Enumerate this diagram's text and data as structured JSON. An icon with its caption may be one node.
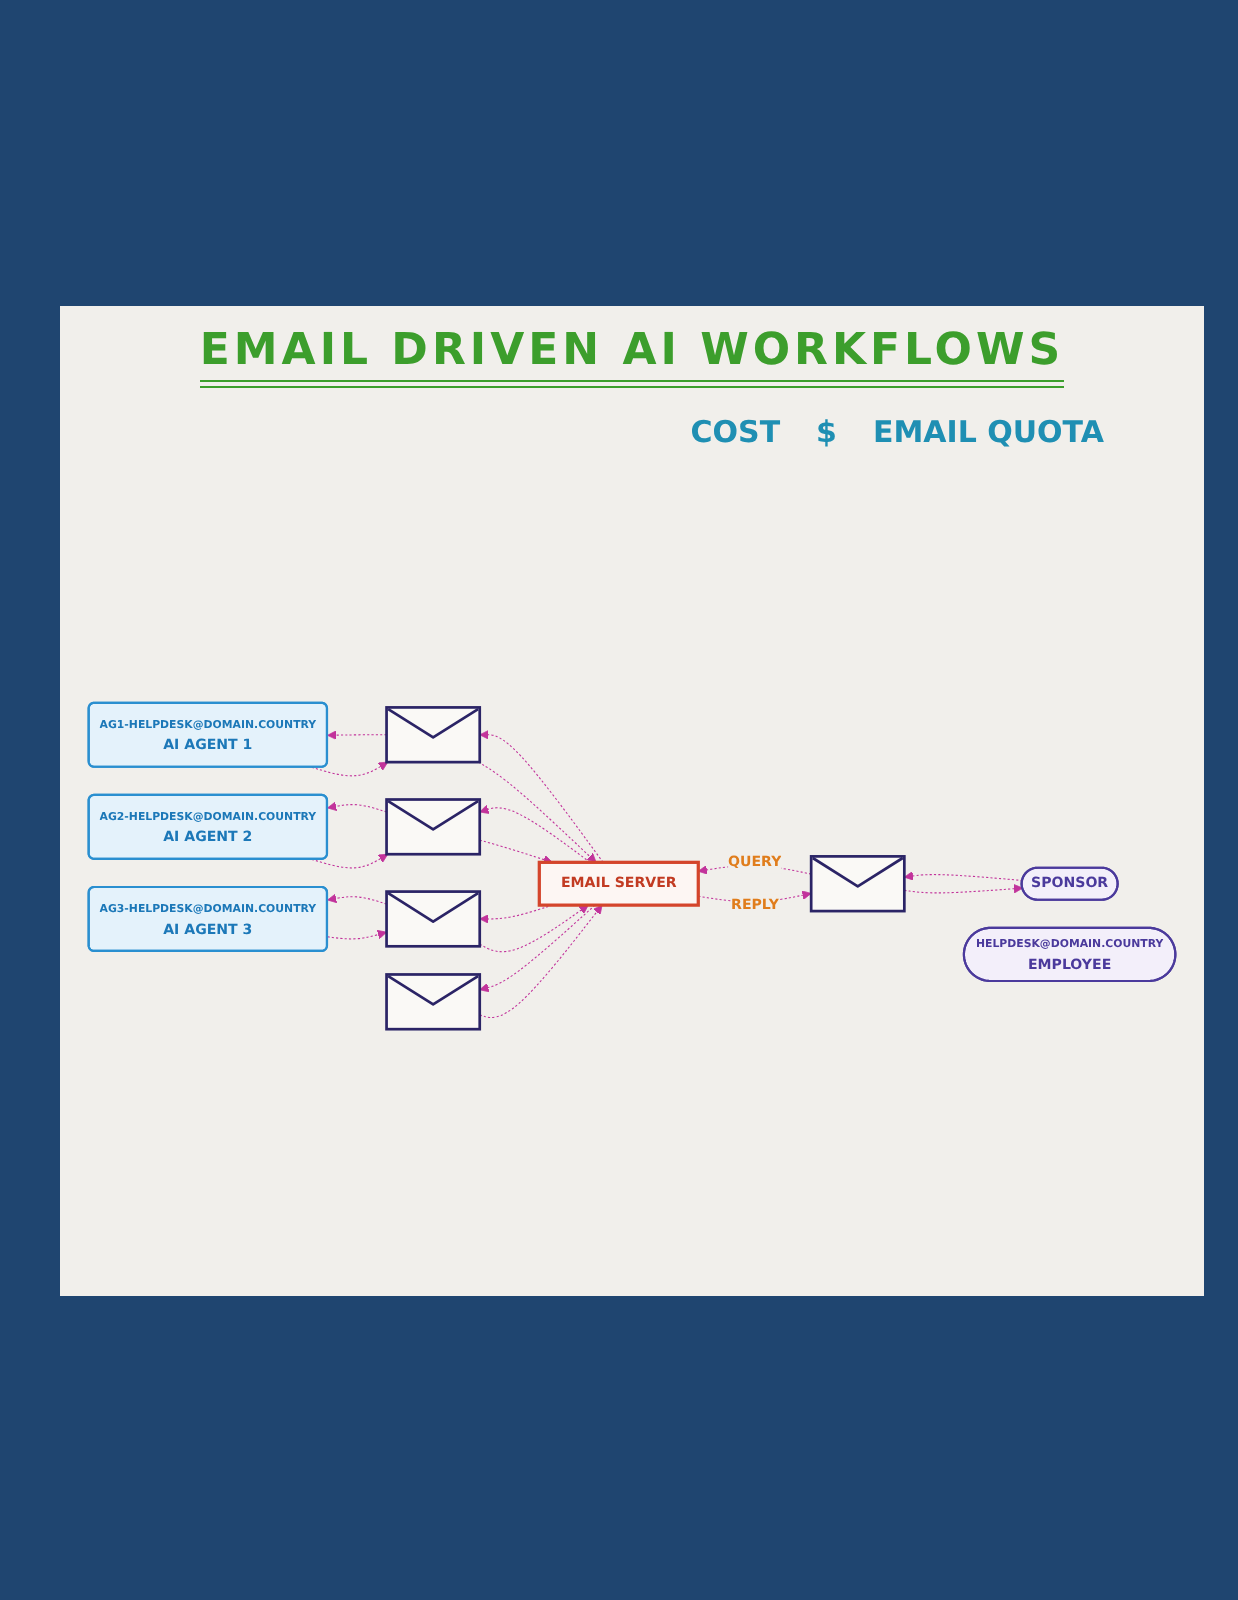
{
  "diagram": {
    "title": "EMAIL DRIVEN AI WORKFLOWS",
    "nodes": [
      {
        "text": [
          "AG1-HELPDESK@DOMAIN.COUNTRY",
          "AI AGENT 1"
        ]
      },
      {
        "text": [],
        "shape": "envelope"
      },
      {
        "text": [
          "AG2-HELPDESK@DOMAIN.COUNTRY",
          "AI AGENT 2"
        ]
      },
      {
        "text": [],
        "shape": "envelope"
      },
      {
        "text": [
          "AG3-HELPDESK@DOMAIN.COUNTRY",
          "AI AGENT 3"
        ]
      },
      {
        "text": [],
        "shape": "envelope"
      },
      {
        "text": [
          "EMAIL SERVER"
        ]
      },
      {
        "text": [],
        "shape": "envelope"
      },
      {
        "text": [
          "SPONSOR"
        ]
      },
      {
        "text": [],
        "shape": "envelope"
      },
      {
        "text": [
          "HELPDESK@DOMAIN.COUNTRY",
          "EMPLOYEE"
        ]
      }
    ],
    "edges": [
      {
        "from": 0,
        "to": 1,
        "arrow": "to",
        "style": "dashed"
      },
      {
        "from": 1,
        "to": 0,
        "arrow": "to",
        "style": "dashed"
      },
      {
        "from": 1,
        "to": 6,
        "arrow": "to",
        "style": "dashed"
      },
      {
        "from": 6,
        "to": 1,
        "arrow": "to",
        "style": "dashed"
      },
      {
        "from": 2,
        "to": 3,
        "arrow": "to",
        "style": "dashed"
      },
      {
        "from": 3,
        "to": 2,
        "arrow": "to",
        "style": "dashed"
      },
      {
        "from": 3,
        "to": 6,
        "arrow": "to",
        "style": "dashed"
      },
      {
        "from": 6,
        "to": 3,
        "arrow": "to",
        "style": "dashed"
      },
      {
        "from": 4,
        "to": 5,
        "arrow": "to",
        "style": "dashed"
      },
      {
        "from": 5,
        "to": 4,
        "arrow": "to",
        "style": "dashed"
      },
      {
        "from": 6,
        "to": 5,
        "arrow": "to",
        "style": "dashed"
      },
      {
        "from": 5,
        "to": 6,
        "arrow": "to",
        "style": "dashed"
      },
      {
        "from": 6,
        "to": 7,
        "arrow": "to",
        "style": "dashed",
        "label": "REPLY"
      },
      {
        "from": 7,
        "to": 8,
        "arrow": "to",
        "style": "dashed"
      },
      {
        "from": 8,
        "to": 7,
        "arrow": "to",
        "style": "dashed"
      },
      {
        "from": 7,
        "to": 6,
        "arrow": "to",
        "style": "dashed",
        "label": "QUERY"
      },
      {
        "from": 6,
        "to": 9,
        "arrow": "to",
        "style": "dashed"
      },
      {
        "from": 9,
        "to": 6,
        "arrow": "to",
        "style": "dashed"
      }
    ],
    "labels": [
      "COST",
      "$",
      "EMAIL QUOTA"
    ]
  }
}
